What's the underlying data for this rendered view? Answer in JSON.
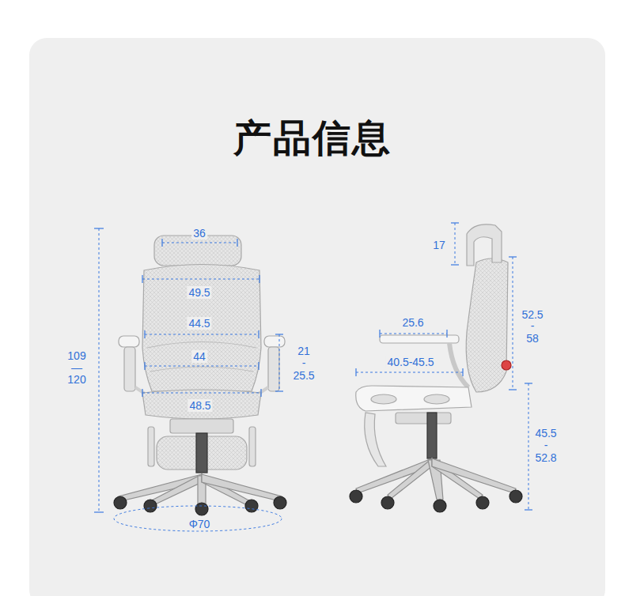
{
  "diagram": {
    "title": "产品信息",
    "labels": [
      "36",
      "49.5",
      "44.5",
      "44",
      "48.5",
      "109",
      "—",
      "120",
      "21",
      "-",
      "25.5",
      "Φ70",
      "17",
      "25.6",
      "40.5-45.5",
      "52.5",
      "-",
      "58",
      "45.5",
      "-",
      "52.8"
    ]
  }
}
